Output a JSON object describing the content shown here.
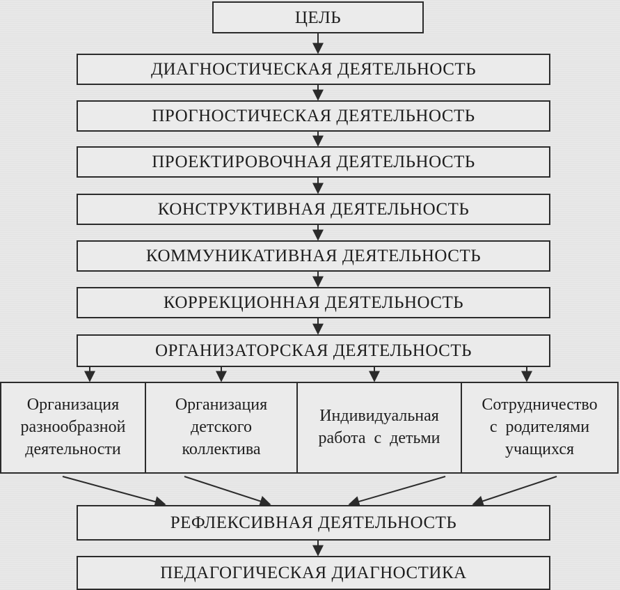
{
  "diagram": {
    "goal": "ЦЕЛЬ",
    "stages": [
      "ДИАГНОСТИЧЕСКАЯ ДЕЯТЕЛЬНОСТЬ",
      "ПРОГНОСТИЧЕСКАЯ ДЕЯТЕЛЬНОСТЬ",
      "ПРОЕКТИРОВОЧНАЯ ДЕЯТЕЛЬНОСТЬ",
      "КОНСТРУКТИВНАЯ ДЕЯТЕЛЬНОСТЬ",
      "КОММУНИКАТИВНАЯ ДЕЯТЕЛЬНОСТЬ",
      "КОРРЕКЦИОННАЯ ДЕЯТЕЛЬНОСТЬ",
      "ОРГАНИЗАТОРСКАЯ ДЕЯТЕЛЬНОСТЬ"
    ],
    "sub_activities": [
      {
        "lines": [
          "Организация",
          "разнообразной",
          "деятельности"
        ]
      },
      {
        "lines": [
          "Организация",
          "детского",
          "коллектива"
        ]
      },
      {
        "lines": [
          "Индивидуальная",
          "работа  с  детьми"
        ]
      },
      {
        "lines": [
          "Сотрудничество",
          "с  родителями",
          "учащихся"
        ]
      }
    ],
    "reflexive": "РЕФЛЕКСИВНАЯ ДЕЯТЕЛЬНОСТЬ",
    "final": "ПЕДАГОГИЧЕСКАЯ ДИАГНОСТИКА"
  },
  "colors": {
    "line": "#2b2b2b",
    "box": "#ebebeb",
    "text": "#1e1e1e"
  }
}
